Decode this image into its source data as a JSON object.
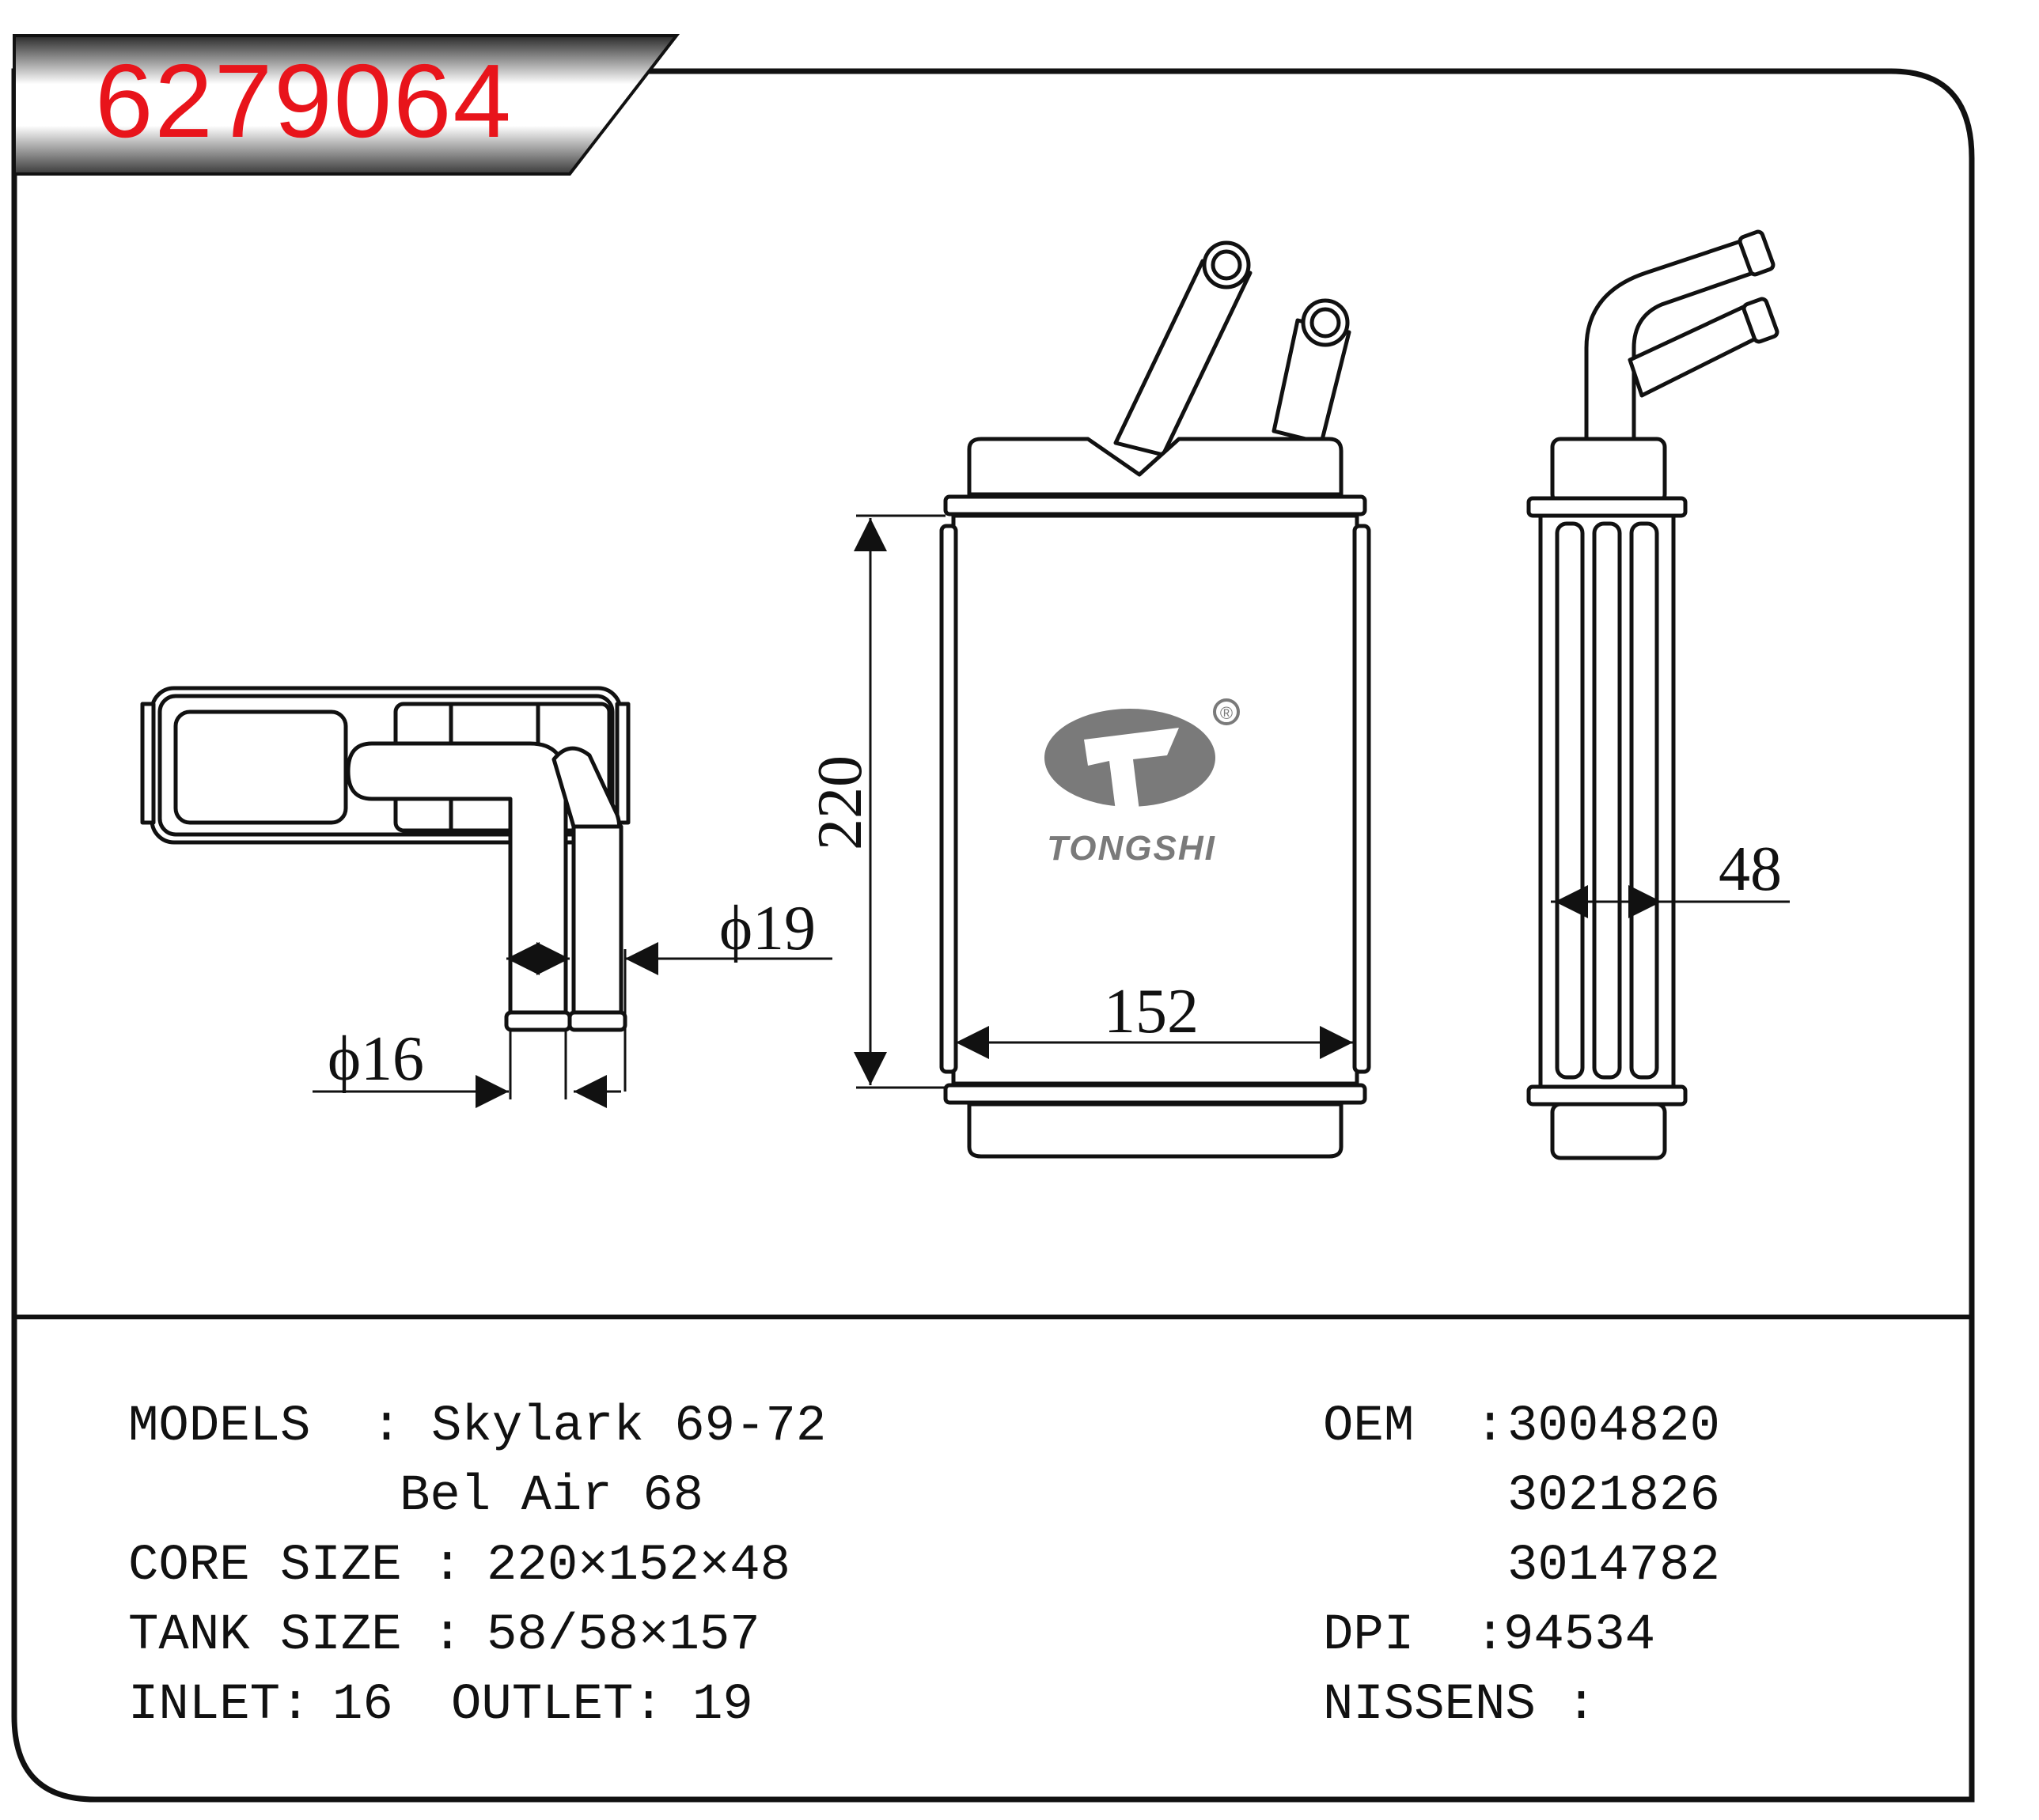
{
  "part_number": "6279064",
  "brand": {
    "logo_text": "TONGSHI",
    "registered_mark": "®",
    "color": "#7a7a7a"
  },
  "colors": {
    "part_number": "#e8141b",
    "lines": "#111111"
  },
  "dimensions": {
    "height": "220",
    "width": "152",
    "depth": "48",
    "outlet_diameter": "ϕ19",
    "inlet_diameter": "ϕ16"
  },
  "specs": {
    "models_label": "MODELS  :",
    "models_line1": "Skylark 69-72",
    "models_line2": "Bel Air 68",
    "core_size_label": "CORE SIZE : ",
    "core_size_value": "220×152×48",
    "tank_size_label": "TANK SIZE : ",
    "tank_size_value": "58/58×157",
    "inlet_label": "INLET: ",
    "inlet_value": "16",
    "outlet_label": "OUTLET: ",
    "outlet_value": "19",
    "oem_label": "OEM  :",
    "oem_values": [
      "3004820",
      "3021826",
      "3014782"
    ],
    "dpi_label": "DPI  :",
    "dpi_value": "94534",
    "nissens_label": "NISSENS :",
    "nissens_value": ""
  }
}
